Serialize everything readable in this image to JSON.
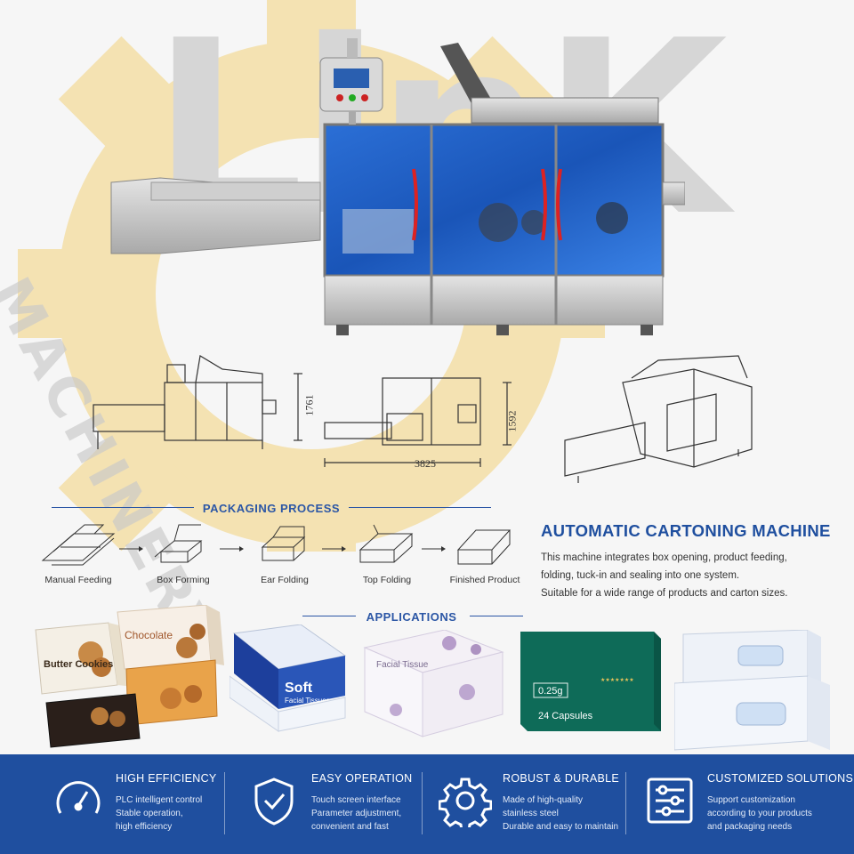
{
  "watermark": {
    "brand": "LinK",
    "sub": "MACHINERY"
  },
  "drawings": {
    "height_front": "1761",
    "height_top": "1592",
    "width_top": "3825"
  },
  "process": {
    "title": "PACKAGING PROCESS",
    "steps": [
      {
        "label": "Manual Feeding",
        "icon": "flat-carton-icon"
      },
      {
        "label": "Box Forming",
        "icon": "box-forming-icon"
      },
      {
        "label": "Ear Folding",
        "icon": "ear-folding-icon"
      },
      {
        "label": "Top Folding",
        "icon": "top-folding-icon"
      },
      {
        "label": "Finished Product",
        "icon": "finished-box-icon"
      }
    ]
  },
  "product": {
    "title": "AUTOMATIC CARTONING MACHINE",
    "description": [
      "This machine integrates box opening, product feeding,",
      "folding, tuck-in and sealing into one system.",
      "Suitable for a wide range of products and carton sizes."
    ]
  },
  "applications": {
    "title": "APPLICATIONS",
    "items": [
      {
        "name": "cookie-boxes",
        "texts": [
          "Butter Cookies",
          "Chocolate"
        ]
      },
      {
        "name": "soft-tissue-box",
        "texts": [
          "Soft",
          "Facial Tissues"
        ]
      },
      {
        "name": "facial-tissue-box",
        "texts": [
          "Facial Tissue"
        ]
      },
      {
        "name": "capsule-box",
        "texts": [
          "0.25g",
          "24 Capsules"
        ]
      },
      {
        "name": "mask-boxes",
        "texts": []
      }
    ]
  },
  "features": [
    {
      "title": "HIGH EFFICIENCY",
      "icon": "speedometer-icon",
      "lines": [
        "PLC intelligent control",
        "Stable operation,",
        "high efficiency"
      ]
    },
    {
      "title": "EASY OPERATION",
      "icon": "shield-check-icon",
      "lines": [
        "Touch screen interface",
        "Parameter adjustment,",
        "convenient and fast"
      ]
    },
    {
      "title": "ROBUST & DURABLE",
      "icon": "gear-icon",
      "lines": [
        "Made of high-quality",
        "stainless steel",
        "Durable and easy to maintain"
      ]
    },
    {
      "title": "CUSTOMIZED SOLUTIONS",
      "icon": "settings-sliders-icon",
      "lines": [
        "Support customization",
        "according to your products",
        "and packaging needs"
      ]
    }
  ],
  "colors": {
    "brand_blue": "#1f4f9f",
    "accent_blue": "#2b56a5",
    "watermark_yellow": "#f4e2b2"
  }
}
